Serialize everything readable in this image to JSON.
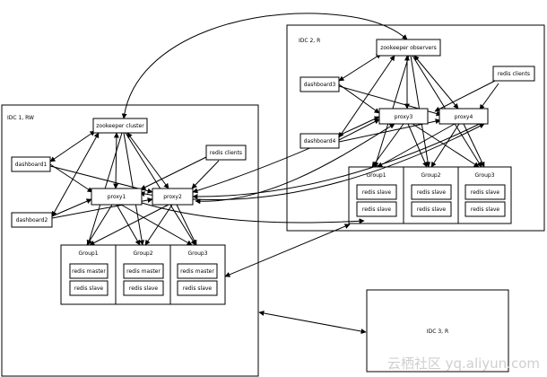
{
  "regions": {
    "idc1": "IDC 1, RW",
    "idc2": "IDC 2, R",
    "idc3": "IDC 3, R"
  },
  "idc1": {
    "zookeeper": "zookeeper cluster",
    "dashboard_a": "dashboard1",
    "dashboard_b": "dashboard2",
    "redis_clients": "redis clients",
    "proxy_a": "proxy1",
    "proxy_b": "proxy2",
    "groups": [
      {
        "name": "Group1",
        "master": "redis master",
        "slave": "redis slave"
      },
      {
        "name": "Group2",
        "master": "redis master",
        "slave": "redis slave"
      },
      {
        "name": "Group3",
        "master": "redis master",
        "slave": "redis slave"
      }
    ]
  },
  "idc2": {
    "zookeeper": "zookeeper observers",
    "dashboard_a": "dashboard3",
    "dashboard_b": "dashboard4",
    "redis_clients": "redis clients",
    "proxy_a": "proxy3",
    "proxy_b": "proxy4",
    "groups": [
      {
        "name": "Group1",
        "slave_a": "redis slave",
        "slave_b": "redis slave"
      },
      {
        "name": "Group2",
        "slave_a": "redis slave",
        "slave_b": "redis slave"
      },
      {
        "name": "Group3",
        "slave_a": "redis slave",
        "slave_b": "redis slave"
      }
    ]
  },
  "watermark": "云栖社区 yq.aliyun.com"
}
